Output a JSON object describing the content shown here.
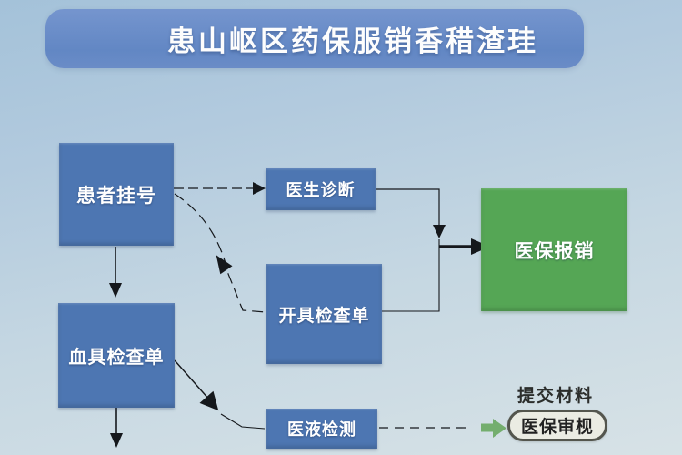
{
  "title": "患山岖区药保服销香稓渣珪",
  "diagram": {
    "nodes": {
      "register": {
        "label": "患者挂号"
      },
      "diagnosis": {
        "label": "医生诊断"
      },
      "order": {
        "label": "开具检查单"
      },
      "blood_form": {
        "label": "血具检查单"
      },
      "fluid_test": {
        "label": "医液检测"
      },
      "reimburse": {
        "label": "医保报销"
      },
      "review": {
        "label": "医保审枧"
      }
    },
    "labels": {
      "submit_materials": "提交材料"
    },
    "edges": [
      "register -> diagnosis",
      "register -> blood_form",
      "order -> register",
      "diagnosis -> reimburse",
      "order -> reimburse",
      "blood_form -> fluid_test",
      "blood_form -> down-offscreen",
      "fluid_test -> review"
    ],
    "colors": {
      "background_top": "#a4c2d9",
      "background_bottom": "#d7e2e6",
      "banner_blue": "#6a8cc7",
      "node_blue": "#4d76b2",
      "node_green": "#55a655",
      "arrow_black": "#15181c",
      "arrow_green": "#74ae6e",
      "pill_bg": "#ebece3",
      "pill_border": "#54564e"
    }
  }
}
